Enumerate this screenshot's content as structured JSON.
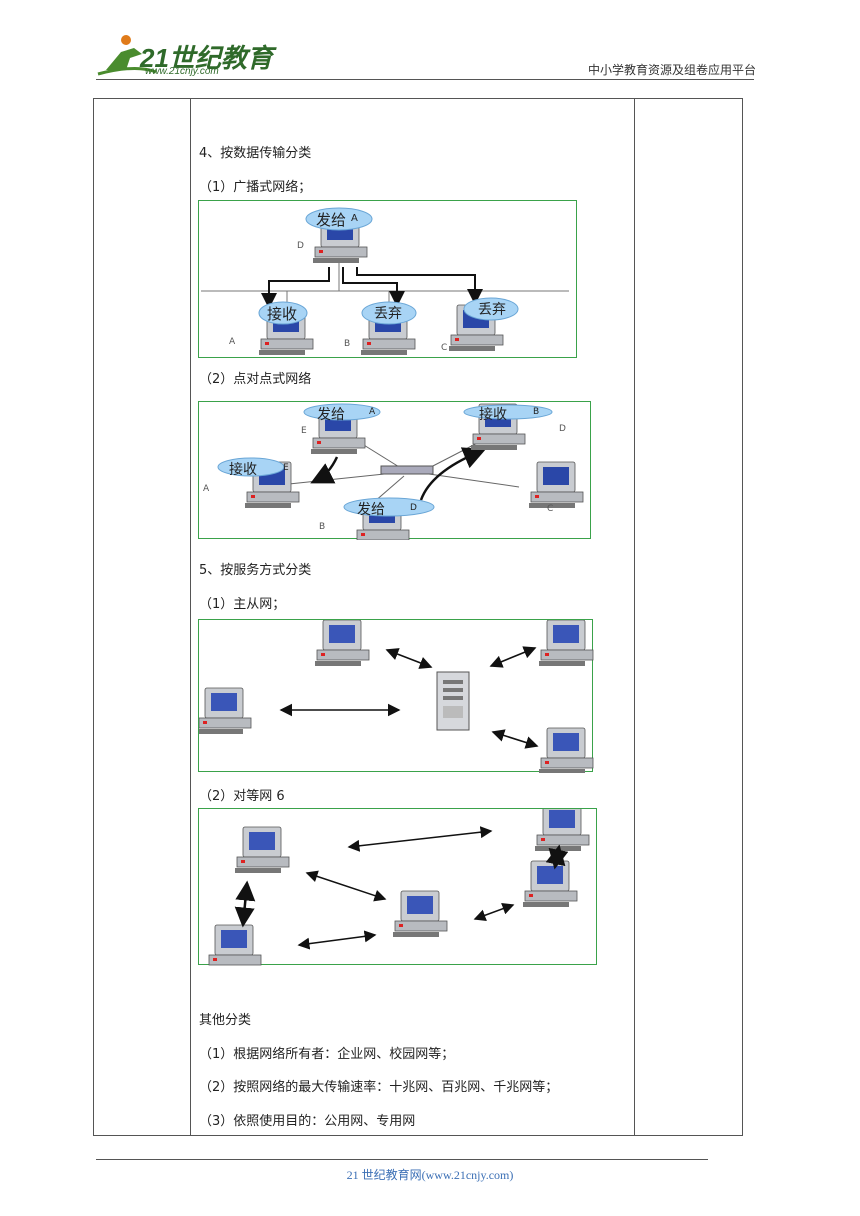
{
  "header": {
    "logo_text": "21世纪教育",
    "logo_url": "www.21cnjy.com",
    "right_text": "中小学教育资源及组卷应用平台"
  },
  "content": {
    "sec4_title": "4、按数据传输分类",
    "sec4_item1": "（1）广播式网络；",
    "sec4_item2": "（2）点对点式网络",
    "sec5_title": "5、按服务方式分类",
    "sec5_item1": "（1）主从网；",
    "sec5_item2": "（2）对等网 6",
    "other_title": "其他分类",
    "other_item1": "（1）根据网络所有者：企业网、校园网等；",
    "other_item2": "（2）按照网络的最大传输速率：十兆网、百兆网、千兆网等；",
    "other_item3": "（3）依照使用目的：公用网、专用网"
  },
  "broadcast_figure": {
    "sender_bubble": "发给",
    "sender_target": "A",
    "sender_node": "D",
    "nodes": [
      {
        "bubble": "接收",
        "label": "A"
      },
      {
        "bubble": "丢弃",
        "label": "B"
      },
      {
        "bubble": "丢弃",
        "label": "C"
      }
    ]
  },
  "p2p_figure": {
    "send_a_bubble": "发给",
    "send_a_target": "A",
    "recv_b_bubble": "接收",
    "recv_b_mark": "B",
    "recv_e_bubble": "接收",
    "recv_e_mark": "E",
    "send_d_bubble": "发给",
    "send_d_target": "D",
    "label_e": "E",
    "label_d": "D",
    "label_a": "A",
    "label_b": "B",
    "label_c": "C"
  },
  "footer": {
    "text": "21 世纪教育网(www.21cnjy.com)"
  },
  "colors": {
    "figure_border": "#3aa24a",
    "bubble_fill": "#a8d4f5",
    "logo_green": "#2f6a2a",
    "footer_blue": "#3b6fb5"
  }
}
